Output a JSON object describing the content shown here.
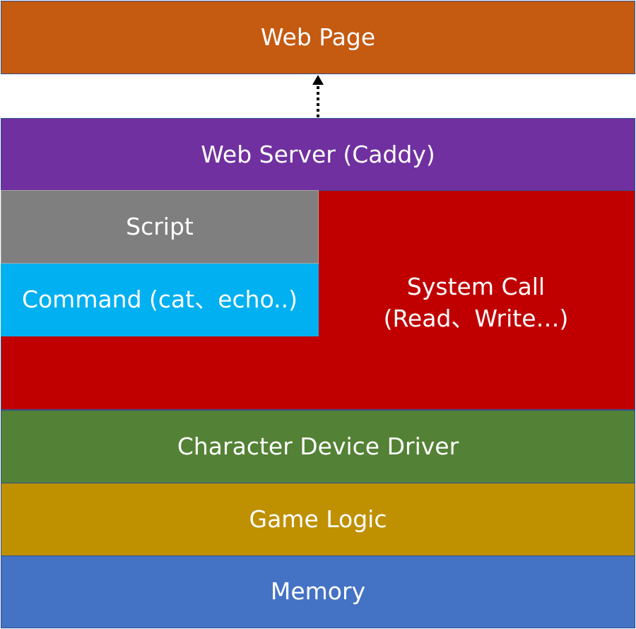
{
  "layers": {
    "web_page": "Web Page",
    "web_server": "Web Server (Caddy)",
    "script": "Script",
    "command": "Command (cat、echo..)",
    "system_call": "System Call\n(Read、Write…)",
    "character_device_driver": "Character Device Driver",
    "game_logic": "Game Logic",
    "memory": "Memory"
  },
  "colors": {
    "web_page": "#c55a11",
    "web_server": "#7030a0",
    "script": "#7f7f7f",
    "command": "#00b0f0",
    "system_call": "#c00000",
    "character_device_driver": "#538135",
    "game_logic": "#bf9000",
    "memory": "#4472c4"
  }
}
